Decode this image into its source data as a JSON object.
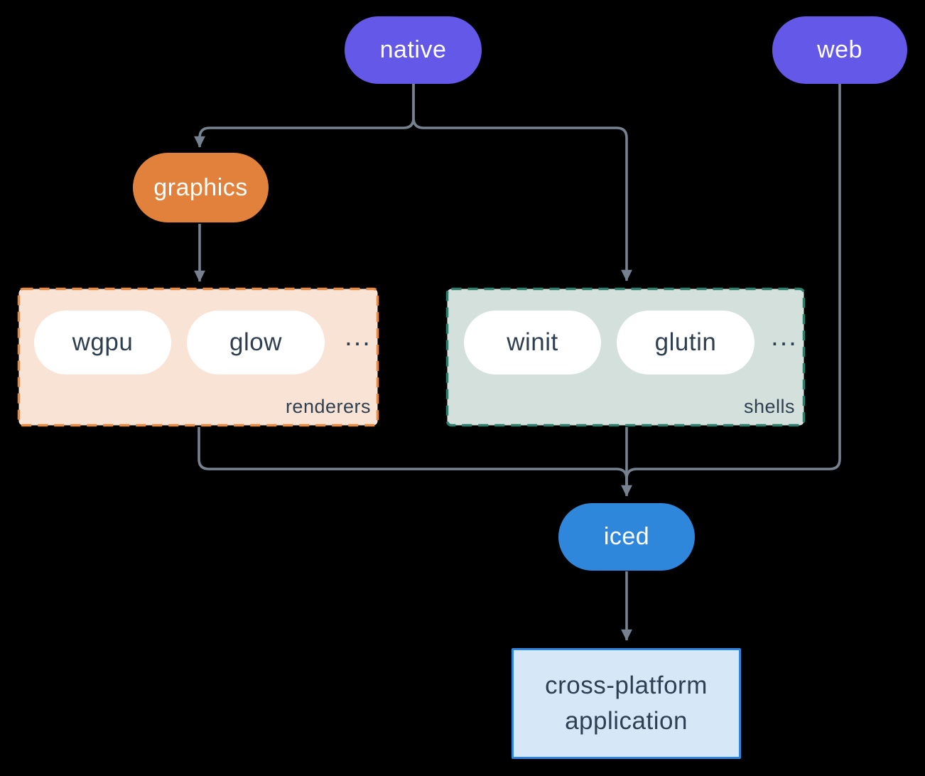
{
  "diagram": {
    "background": "#000000",
    "connector_color": "#76828f",
    "nodes": {
      "native": {
        "label": "native",
        "color": "#6458e8",
        "text_color": "#ffffff"
      },
      "web": {
        "label": "web",
        "color": "#6458e8",
        "text_color": "#ffffff"
      },
      "graphics": {
        "label": "graphics",
        "color": "#e2813b",
        "text_color": "#ffffff"
      },
      "iced": {
        "label": "iced",
        "color": "#2e87db",
        "text_color": "#ffffff"
      }
    },
    "groups": {
      "renderers": {
        "label": "renderers",
        "items": [
          "wgpu",
          "glow"
        ],
        "more": "...",
        "bg": "#f9e3d4",
        "border": "#e58a45",
        "item_text_color": "#2e3f50"
      },
      "shells": {
        "label": "shells",
        "items": [
          "winit",
          "glutin"
        ],
        "more": "...",
        "bg": "#d3e0db",
        "border": "#2f7d6d",
        "item_text_color": "#2e3f50"
      }
    },
    "app_box": {
      "line1": "cross-platform",
      "line2": "application",
      "bg": "#d6e8f8",
      "border": "#2e86de",
      "text_color": "#2e4053"
    }
  }
}
